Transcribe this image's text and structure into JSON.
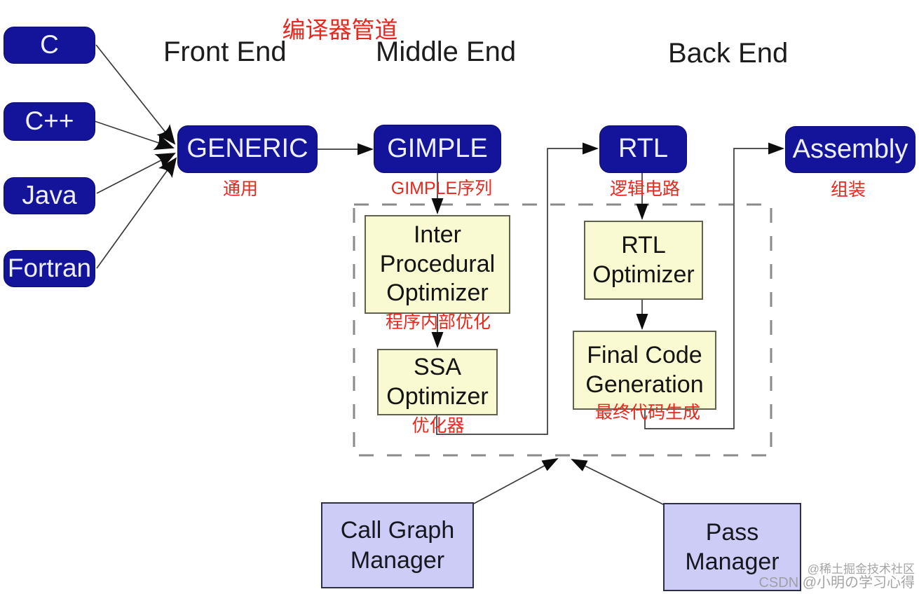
{
  "title": "编译器管道",
  "headers": {
    "front": "Front End",
    "middle": "Middle End",
    "back": "Back End"
  },
  "sources": [
    {
      "label": "C"
    },
    {
      "label": "C++"
    },
    {
      "label": "Java"
    },
    {
      "label": "Fortran"
    }
  ],
  "stages": [
    {
      "label": "GENERIC",
      "annotation": "通用"
    },
    {
      "label": "GIMPLE",
      "annotation": "GIMPLE序列"
    },
    {
      "label": "RTL",
      "annotation": "逻辑电路"
    },
    {
      "label": "Assembly",
      "annotation": "组装"
    }
  ],
  "optimizers": [
    {
      "label": "Inter Procedural Optimizer",
      "annotation": "程序内部优化"
    },
    {
      "label": "SSA Optimizer",
      "annotation": "优化器"
    },
    {
      "label": "RTL Optimizer"
    },
    {
      "label": "Final Code Generation",
      "annotation": "最终代码生成"
    }
  ],
  "managers": [
    {
      "label": "Call Graph Manager"
    },
    {
      "label": "Pass Manager"
    }
  ],
  "watermark": {
    "line1": "@稀土掘金技术社区",
    "line2": "CSDN @小明の学习心得"
  },
  "colors": {
    "node_fill": "#14149b",
    "node_text": "#eef0ff",
    "optimizer_fill": "#fafad2",
    "manager_fill": "#ccccf7",
    "annotation_red": "#e8271d",
    "connector": "#3a3a3a",
    "dashed_region": "#8a8a8a"
  }
}
